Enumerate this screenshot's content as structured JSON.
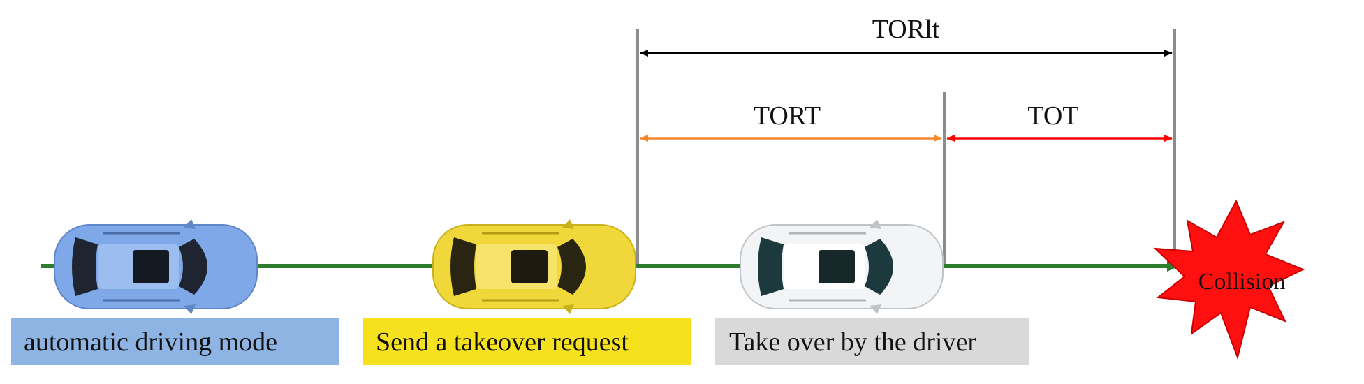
{
  "intervals": {
    "total_label": "TORlt",
    "reaction_label": "TORT",
    "takeover_label": "TOT"
  },
  "stages": [
    {
      "label": "automatic driving mode",
      "color": "#8DB4E2"
    },
    {
      "label": "Send a takeover request",
      "color": "#F5E11D"
    },
    {
      "label": "Take over by the driver",
      "color": "#D9D9D9"
    }
  ],
  "collision_label": "Collision",
  "colors": {
    "timeline": "#2E7D2E",
    "total_arrow": "#000000",
    "reaction_arrow": "#F5862C",
    "takeover_arrow": "#FF0000",
    "marker_line": "#8C8C8C",
    "car_blue": "#7FA8E8",
    "car_yellow": "#F0D83A",
    "car_white": "#F2F4F5",
    "collision": "#FF1010"
  }
}
